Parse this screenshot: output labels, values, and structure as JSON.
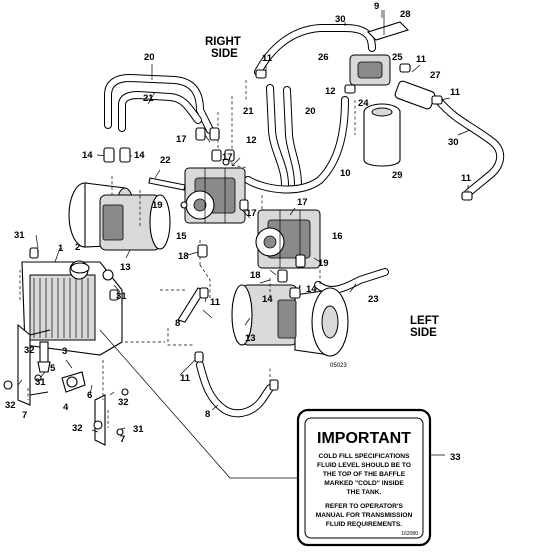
{
  "labels": {
    "right_side": [
      "RIGHT",
      "SIDE"
    ],
    "left_side": [
      "LEFT",
      "SIDE"
    ],
    "figure_id": "05023"
  },
  "callouts": [
    "1",
    "2",
    "3",
    "4",
    "5",
    "6",
    "7",
    "8",
    "9",
    "10",
    "11",
    "12",
    "13",
    "14",
    "15",
    "16",
    "17",
    "18",
    "19",
    "20",
    "21",
    "22",
    "23",
    "24",
    "25",
    "26",
    "27",
    "28",
    "29",
    "30",
    "31",
    "32",
    "33"
  ],
  "important_label": {
    "title": "IMPORTANT",
    "lines": [
      "COLD FILL SPECIFICATIONS",
      "FLUID LEVEL SHOULD BE TO",
      "THE TOP OF THE BAFFLE",
      "MARKED \"COLD\" INSIDE",
      "THE TANK.",
      "REFER TO OPERATOR'S",
      "MANUAL FOR TRANSMISSION",
      "FLUID REQUIREMENTS."
    ],
    "code": "162080"
  }
}
